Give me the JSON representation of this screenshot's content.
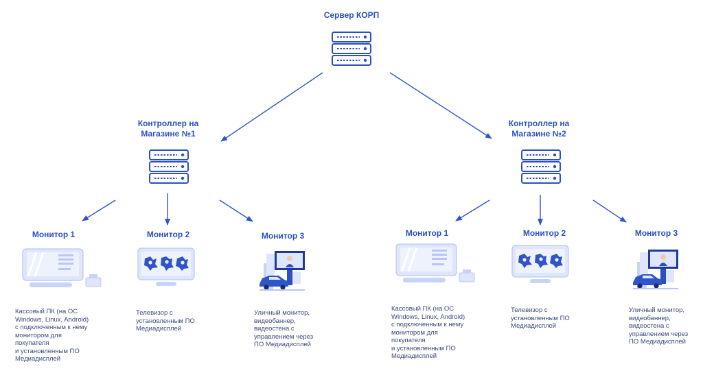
{
  "server": {
    "title": "Сервер КОРП"
  },
  "stores": [
    {
      "controller_title": "Контроллер на\nМагазине №1",
      "monitors": [
        {
          "title": "Монитор 1",
          "icon": "cashier-pc-icon",
          "description": "Кассовый ПК (на ОС\nWindows, Linux, Android)\nс подключенным к нему\nмонитором для\nпокупателя\nи установленным ПО\nМедиадисплей"
        },
        {
          "title": "Монитор 2",
          "icon": "tv-icon",
          "description": "Телевизор с\nустановленным ПО\nМедиадисплей"
        },
        {
          "title": "Монитор 3",
          "icon": "street-monitor-icon",
          "description": "Уличный монитор,\nвидеобаннер,\nвидеостена с\nуправлением через\nПО Медиадисплей"
        }
      ]
    },
    {
      "controller_title": "Контроллер на\nМагазине №2",
      "monitors": [
        {
          "title": "Монитор 1",
          "icon": "cashier-pc-icon",
          "description": "Кассовый ПК (на ОС\nWindows, Linux, Android)\nс подключенным к нему\nмонитором для\nпокупателя\nи установленным ПО\nМедиадисплей"
        },
        {
          "title": "Монитор 2",
          "icon": "tv-icon",
          "description": "Телевизор с\nустановленным ПО\nМедиадисплей"
        },
        {
          "title": "Монитор 3",
          "icon": "street-monitor-icon",
          "description": "Уличный монитор,\nвидеобаннер,\nвидеостена с\nуправлением через\nПО Медиадисплей"
        }
      ]
    }
  ],
  "colors": {
    "accent": "#2a4fc0",
    "arrow": "#2f55c8",
    "light": "#dfe6fb",
    "mid": "#b8c6f5"
  }
}
